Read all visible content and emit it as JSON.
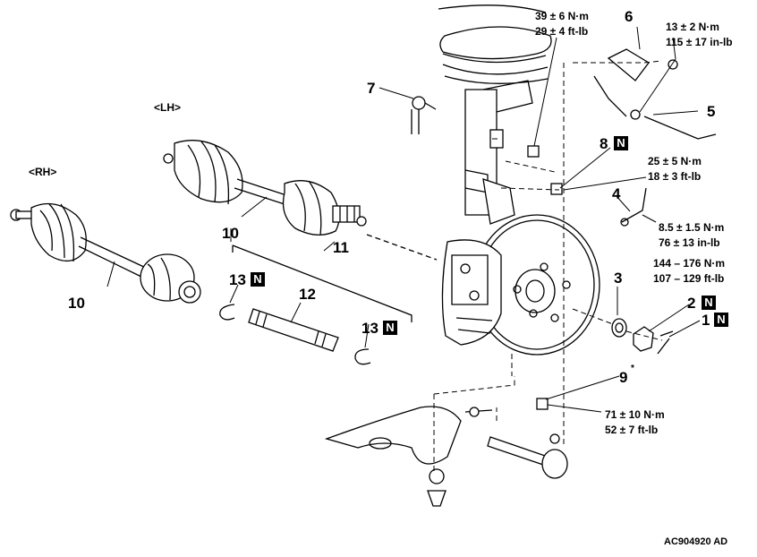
{
  "side_labels": {
    "rh": "<RH>",
    "lh": "<LH>"
  },
  "parts": {
    "p1": "1",
    "p2": "2",
    "p3": "3",
    "p4": "4",
    "p5": "5",
    "p6": "6",
    "p7": "7",
    "p8": "8",
    "p9": "9",
    "p9_mark": "*",
    "p10_lh": "10",
    "p10_rh": "10",
    "p11": "11",
    "p12": "12",
    "p13_a": "13",
    "p13_b": "13"
  },
  "new_part_badge": "N",
  "torques": {
    "strut_nut": [
      "39 ± 6 N·m",
      "29 ± 4 ft-lb"
    ],
    "sensor_bracket": [
      "13 ± 2 N·m",
      "115 ± 17 in-lb"
    ],
    "stabilizer_link": [
      "25 ± 5 N·m",
      "18 ± 3 ft-lb"
    ],
    "wheel_sensor": [
      "8.5 ± 1.5 N·m",
      "76 ± 13 in-lb"
    ],
    "hub_nut": [
      "144 – 176 N·m",
      "107 – 129 ft-lb"
    ],
    "knuckle_bolts": [
      "71 ± 10 N·m",
      "52 ± 7 ft-lb"
    ]
  },
  "figure_code": "AC904920 AD",
  "line_color": "#000000"
}
